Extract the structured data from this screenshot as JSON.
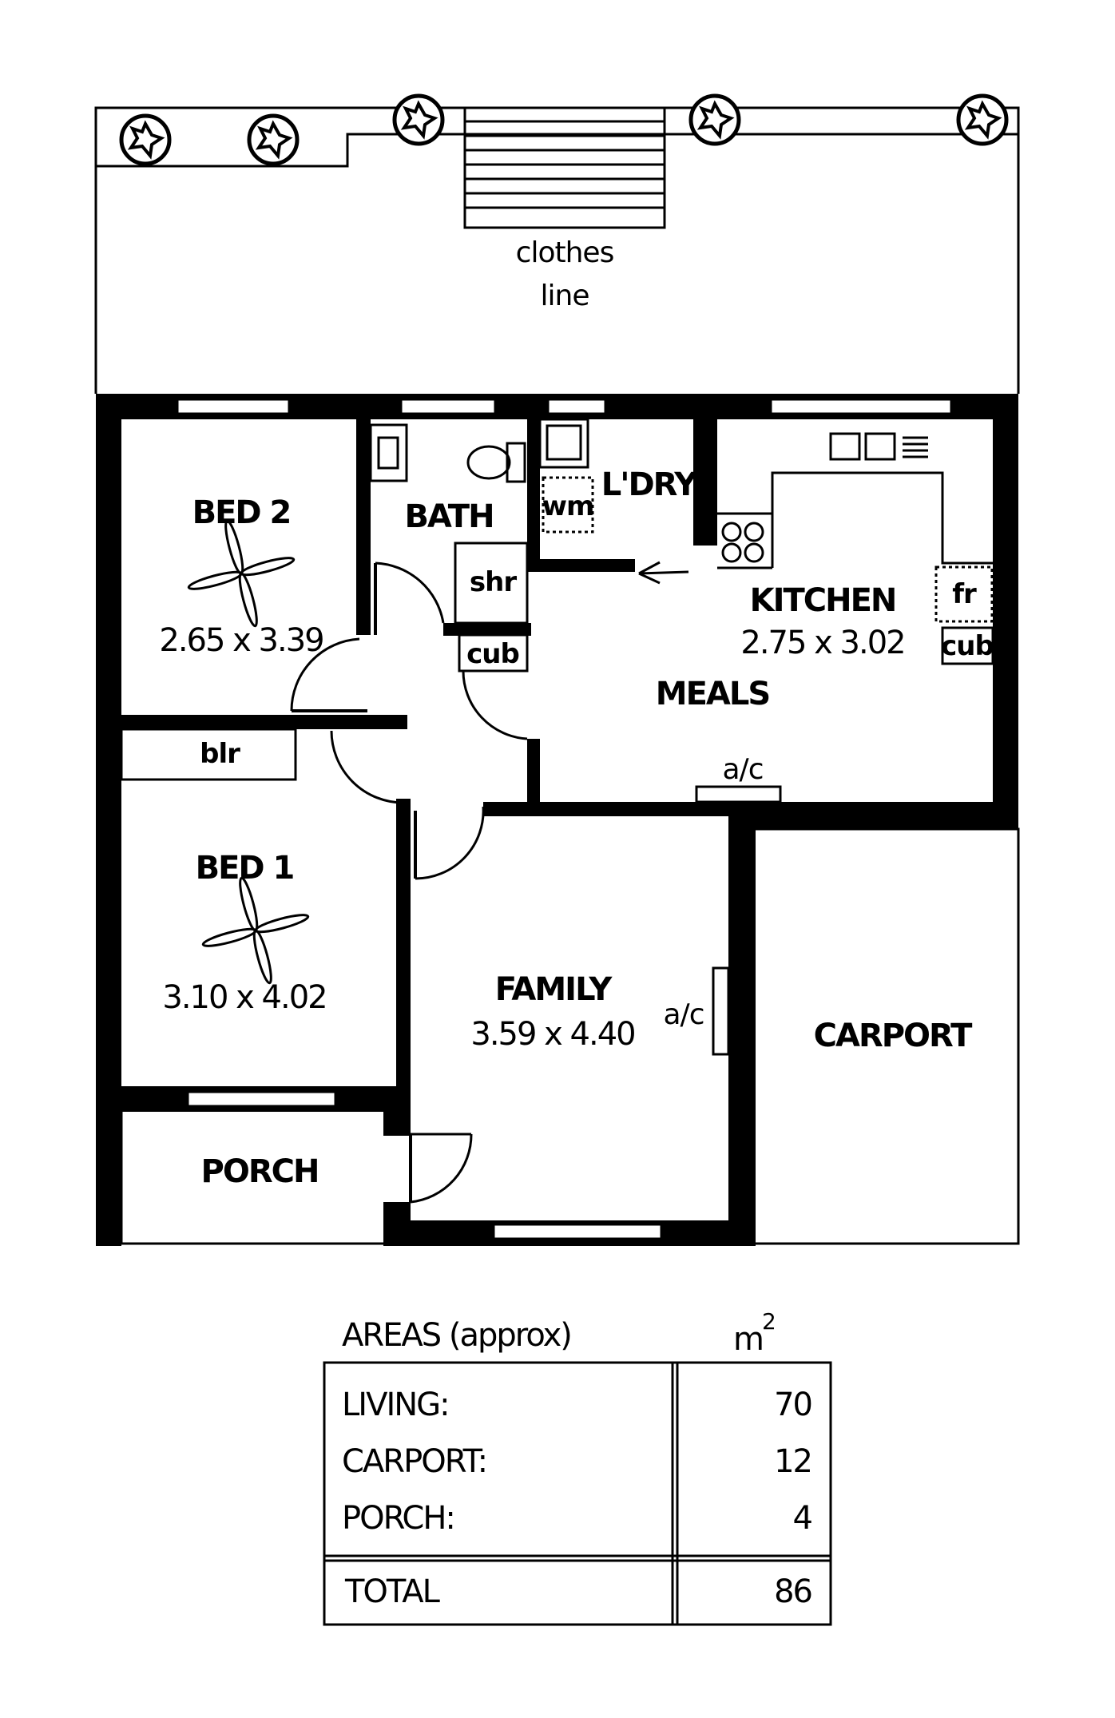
{
  "labels": {
    "clothes_line_1": "clothes",
    "clothes_line_2": "line",
    "bed2": "BED 2",
    "bed2_dim": "2.65 x 3.39",
    "bath": "BATH",
    "shr": "shr",
    "cub_bath": "cub",
    "ldry": "L'DRY",
    "wm": "wm",
    "kitchen": "KITCHEN",
    "kitchen_dim": "2.75 x 3.02",
    "fr": "fr",
    "cub_kitchen": "cub",
    "meals": "MEALS",
    "ac_meals": "a/c",
    "blr": "blr",
    "bed1": "BED 1",
    "bed1_dim": "3.10 x 4.02",
    "family": "FAMILY",
    "family_dim": "3.59 x 4.40",
    "ac_family": "a/c",
    "carport": "CARPORT",
    "porch": "PORCH"
  },
  "areas": {
    "title": "AREAS (approx)",
    "unit": "m",
    "unit_sup": "2",
    "rows": [
      {
        "label": "LIVING:",
        "value": "70"
      },
      {
        "label": "CARPORT:",
        "value": "12"
      },
      {
        "label": "PORCH:",
        "value": "4"
      }
    ],
    "total_label": "TOTAL",
    "total_value": "86"
  }
}
